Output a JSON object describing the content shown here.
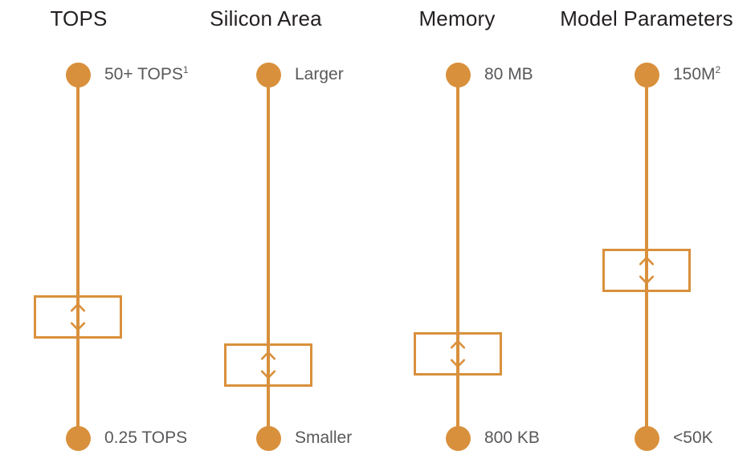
{
  "figure": {
    "title": "",
    "accent_color": "#d9903c",
    "header_color": "#231f20",
    "label_color": "#58595b",
    "background": "#ffffff"
  },
  "chart_data": {
    "type": "table",
    "title": "",
    "xlabel": "",
    "ylabel": "",
    "description": "Four vertical slider scales comparing hardware/model attributes between a high end (top) and a low end (bottom), each with a draggable up-down handle positioned along the track.",
    "categories": [
      "TOPS",
      "Silicon Area",
      "Memory",
      "Model Parameters"
    ],
    "series": [
      {
        "name": "top_value",
        "values": [
          "50+ TOPS",
          "Larger",
          "80 MB",
          "150M"
        ]
      },
      {
        "name": "bottom_value",
        "values": [
          "0.25 TOPS",
          "Smaller",
          "800 KB",
          "<50K"
        ]
      },
      {
        "name": "handle_position_percent_from_top",
        "values": [
          65,
          78,
          73,
          48
        ]
      }
    ]
  },
  "columns": [
    {
      "id": "tops",
      "header": "TOPS",
      "top_label": "50+ TOPS",
      "top_label_sup": "1",
      "bottom_label": "0.25 TOPS",
      "bottom_label_sup": "",
      "handle_icon": "up-down-arrow-icon"
    },
    {
      "id": "silicon-area",
      "header": "Silicon Area",
      "top_label": "Larger",
      "top_label_sup": "",
      "bottom_label": "Smaller",
      "bottom_label_sup": "",
      "handle_icon": "up-down-arrow-icon"
    },
    {
      "id": "memory",
      "header": "Memory",
      "top_label": "80 MB",
      "top_label_sup": "",
      "bottom_label": "800 KB",
      "bottom_label_sup": "",
      "handle_icon": "up-down-arrow-icon"
    },
    {
      "id": "model-parameters",
      "header": "Model Parameters",
      "top_label": "150M",
      "top_label_sup": "2",
      "bottom_label": "<50K",
      "bottom_label_sup": "",
      "handle_icon": "up-down-arrow-icon"
    }
  ]
}
